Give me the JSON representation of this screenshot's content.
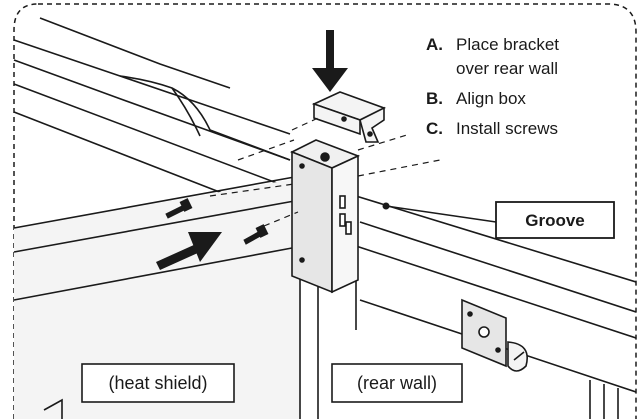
{
  "steps": [
    {
      "letter": "A.",
      "lines": [
        "Place  bracket",
        "over rear wall"
      ]
    },
    {
      "letter": "B.",
      "lines": [
        "Align box"
      ]
    },
    {
      "letter": "C.",
      "lines": [
        "Install screws"
      ]
    }
  ],
  "callout": "Groove",
  "parts": {
    "heat_shield": "(heat shield)",
    "rear_wall": "(rear wall)"
  },
  "colors": {
    "line": "#1a1a1a",
    "panel_shade": "#e6e6e6",
    "panel_light": "#f4f4f4",
    "background": "#ffffff"
  }
}
